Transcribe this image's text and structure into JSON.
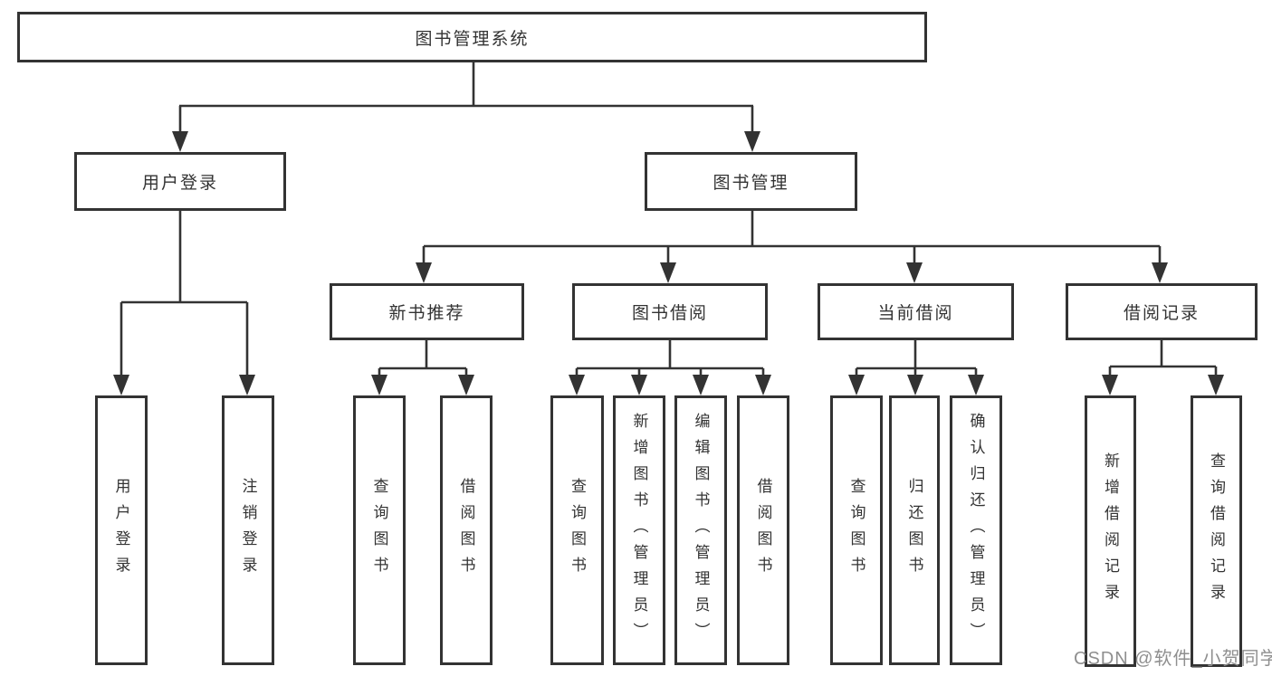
{
  "nodes": {
    "root": "图书管理系统",
    "userLogin": "用户登录",
    "bookManagement": "图书管理",
    "newBookRecommend": "新书推荐",
    "bookBorrow": "图书借阅",
    "currentBorrow": "当前借阅",
    "borrowRecord": "借阅记录",
    "leaves": [
      "用户登录",
      "注销登录",
      "查询图书",
      "借阅图书",
      "查询图书",
      "新增图书（管理员）",
      "编辑图书（管理员）",
      "借阅图书",
      "查询图书",
      "归还图书",
      "确认归还（管理员）",
      "新增借阅记录",
      "查询借阅记录"
    ]
  },
  "watermark": {
    "text": "CSDN @软件_小贺同学",
    "color": "#8f8f8f"
  },
  "colors": {
    "line": "#333333",
    "box_border": "#333333",
    "background": "#ffffff"
  }
}
